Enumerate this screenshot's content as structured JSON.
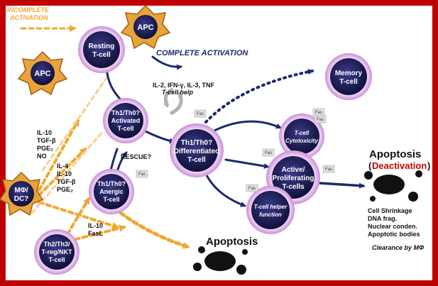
{
  "cells": {
    "apc_top": "APC",
    "apc_left": "APC",
    "resting": [
      "Resting",
      "T-cell"
    ],
    "activated": [
      "Th1/Th0?",
      "Activated",
      "T-cell"
    ],
    "anergic": [
      "Th1/Th0?",
      "Anergic",
      "T-cell"
    ],
    "differentiated": [
      "Th1/Th0?",
      "Differentiated",
      "T-cell"
    ],
    "memory": [
      "Memory",
      "T-cell"
    ],
    "cytotoxicity": [
      "T-cell",
      "Cytotoxicity"
    ],
    "proliferating": [
      "Active/",
      "Proliferating",
      "T-cells"
    ],
    "helper": [
      "T-cell helper",
      "function"
    ],
    "mdc": [
      "MΦ/",
      "DC?"
    ],
    "treg": [
      "Th2/Th3/",
      "T-reg/NKT",
      "T-cell"
    ]
  },
  "labels": {
    "incomplete": [
      "INCOMPLETE",
      "ACTIVATION"
    ],
    "complete": "COMPLETE ACTIVATION",
    "cytokines": [
      "IL-2, IFN-γ, IL-3, TNF",
      "T-cell help"
    ],
    "left_top": [
      "IL-10",
      "TGF-β",
      "PGE₂",
      "NO"
    ],
    "left_mid": [
      "IL-4",
      "IL-10",
      "TGF-β",
      "PGE₂"
    ],
    "left_bottom": [
      "IL-10",
      "FasL"
    ],
    "rescue": "RESCUE?",
    "apoptosis_bottom": "Apoptosis",
    "apoptosis_right": "Apoptosis",
    "deactivation": "Deactivation",
    "paren_open": "(",
    "paren_close": ")",
    "features": [
      "Cell Shrinkage",
      "DNA frag.",
      "Nuclear conden.",
      "Apoptotic bodies"
    ],
    "clearance": "Clearance by MΦ",
    "fas": "Fas"
  },
  "colors": {
    "frame": "#c00000",
    "cell_fill": "#1a1a4e",
    "cell_ring": "#e0b0e8",
    "apc_fill": "#e8a33a",
    "arrow_dark": "#1b2a6b",
    "arrow_orange": "#f0a830",
    "deactivation": "#cc0000"
  }
}
